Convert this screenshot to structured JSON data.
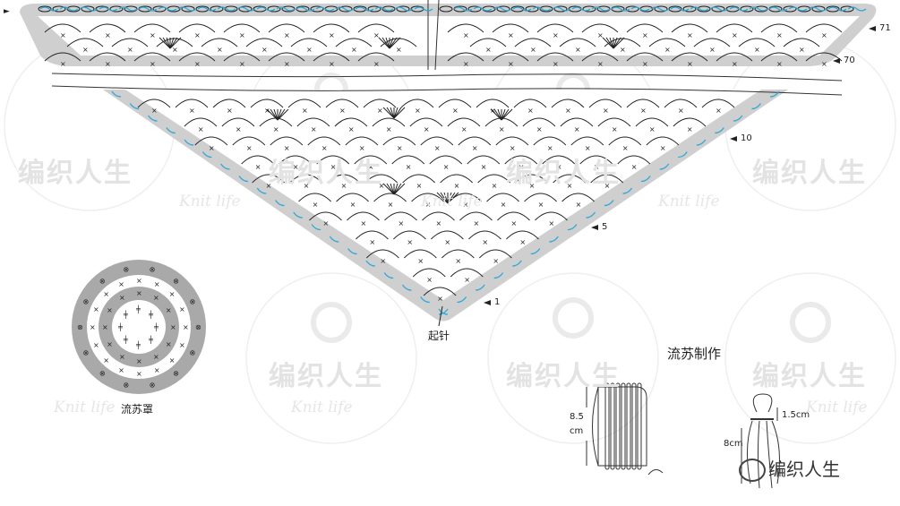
{
  "watermark": {
    "cn": "编织人生",
    "en": "Knit life"
  },
  "shawl_chart": {
    "row_labels": [
      "71",
      "70",
      "10",
      "5",
      "1"
    ],
    "start_label": "起针",
    "start_arrow": "►"
  },
  "tassel_cap": {
    "caption": "流苏罩"
  },
  "tassel_making": {
    "title": "流苏制作",
    "height_label": "8.5",
    "height_unit": "cm",
    "tie_length": "1.5cm",
    "fringe_length": "8cm"
  },
  "brand": {
    "text": "编织人生"
  },
  "colors": {
    "accent_blue": "#2aa8d8",
    "band_gray": "#cfcfcf",
    "ink": "#222222"
  }
}
